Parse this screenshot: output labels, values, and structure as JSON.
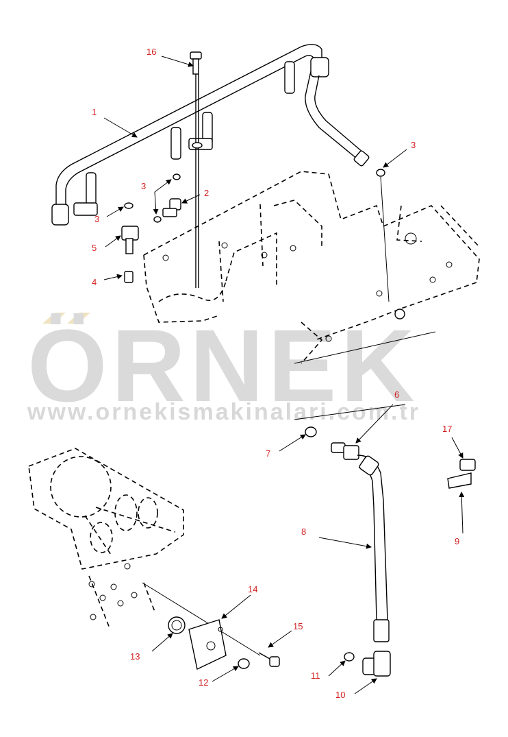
{
  "watermark": {
    "brand": "ÖRNEK",
    "url": "www.ornekismakinalari.com.tr",
    "color": "#d9d9d9",
    "accent": "#efe3c0"
  },
  "callout_color": "#d22020",
  "callouts": [
    {
      "id": "16",
      "label": "16"
    },
    {
      "id": "1",
      "label": "1"
    },
    {
      "id": "3a",
      "label": "3"
    },
    {
      "id": "3b",
      "label": "3"
    },
    {
      "id": "3c",
      "label": "3"
    },
    {
      "id": "2",
      "label": "2"
    },
    {
      "id": "5",
      "label": "5"
    },
    {
      "id": "4",
      "label": "4"
    },
    {
      "id": "6",
      "label": "6"
    },
    {
      "id": "7",
      "label": "7"
    },
    {
      "id": "17",
      "label": "17"
    },
    {
      "id": "9",
      "label": "9"
    },
    {
      "id": "8",
      "label": "8"
    },
    {
      "id": "14",
      "label": "14"
    },
    {
      "id": "15",
      "label": "15"
    },
    {
      "id": "13",
      "label": "13"
    },
    {
      "id": "12",
      "label": "12"
    },
    {
      "id": "11",
      "label": "11"
    },
    {
      "id": "10",
      "label": "10"
    }
  ]
}
